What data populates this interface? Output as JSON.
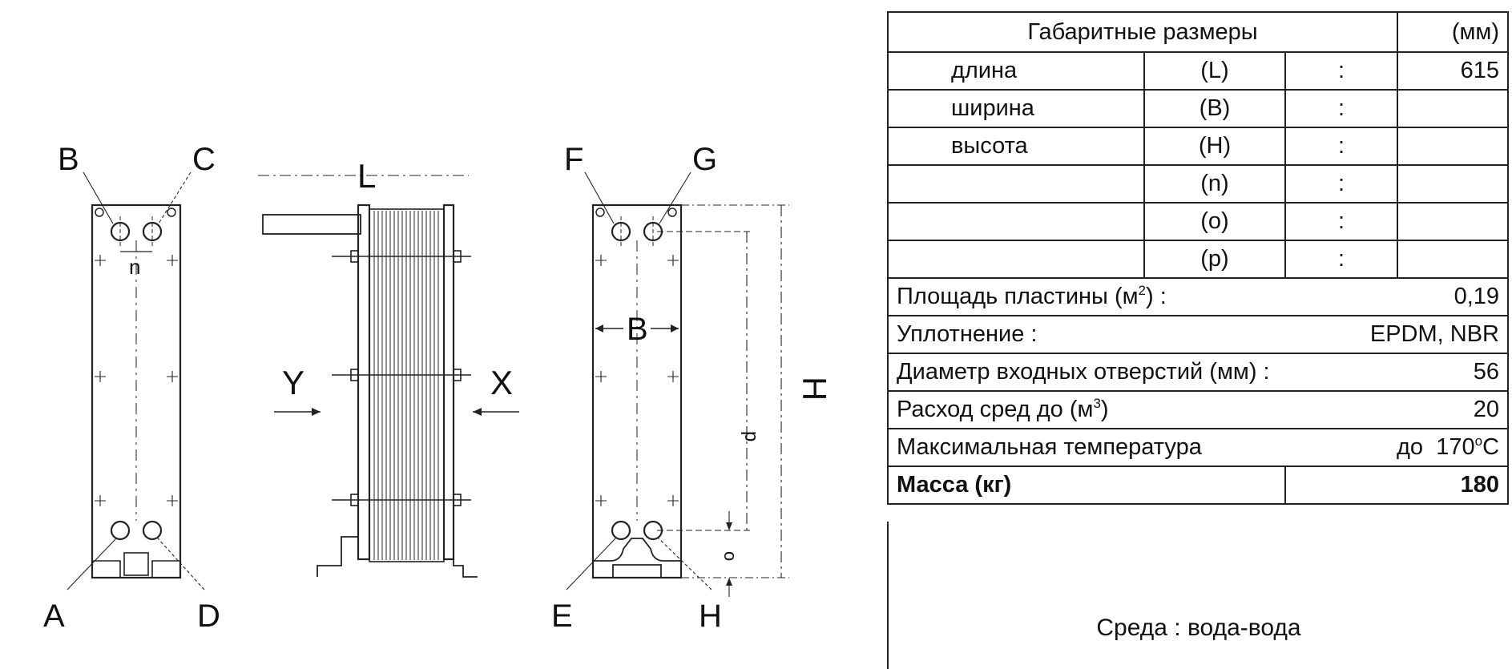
{
  "drawing": {
    "left_plate_labels": {
      "b": "B",
      "c": "C",
      "a": "A",
      "d": "D",
      "n": "n"
    },
    "side_view_labels": {
      "l": "L",
      "y": "Y",
      "x": "X"
    },
    "right_plate_labels": {
      "f": "F",
      "g": "G",
      "e": "E",
      "h": "H",
      "b": "B",
      "height": "H",
      "p": "p",
      "o": "o"
    }
  },
  "table": {
    "header": {
      "title": "Габаритные размеры",
      "unit": "(мм)"
    },
    "dimension_rows": [
      {
        "name": "длина",
        "symbol": "(L)",
        "sep": ":",
        "value": "615"
      },
      {
        "name": "ширина",
        "symbol": "(B)",
        "sep": ":",
        "value": ""
      },
      {
        "name": "высота",
        "symbol": "(H)",
        "sep": ":",
        "value": ""
      },
      {
        "name": "",
        "symbol": "(n)",
        "sep": ":",
        "value": ""
      },
      {
        "name": "",
        "symbol": "(o)",
        "sep": ":",
        "value": ""
      },
      {
        "name": "",
        "symbol": "(p)",
        "sep": ":",
        "value": ""
      }
    ],
    "plate_area": {
      "label_pre": "Площадь  пластины  (м",
      "sup": "2",
      "label_post": ")  :",
      "value": "0,19"
    },
    "seal": {
      "label": "Уплотнение :",
      "value": "EPDM,  NBR"
    },
    "inlet_diameter": {
      "label": "Диаметр  входных отверстий  (мм) :",
      "value": "56"
    },
    "flow": {
      "label_pre": "Расход  сред  до  (м",
      "sup": "3",
      "label_post": ")",
      "value": "20"
    },
    "max_temp": {
      "label": "Максимальная  температура",
      "prefix": "до",
      "value": "170",
      "deg": "o",
      "unit": "C"
    },
    "mass": {
      "label": "Масса (кг)",
      "value": "180"
    }
  },
  "footer": {
    "environment": "Среда  :  вода-вода"
  }
}
